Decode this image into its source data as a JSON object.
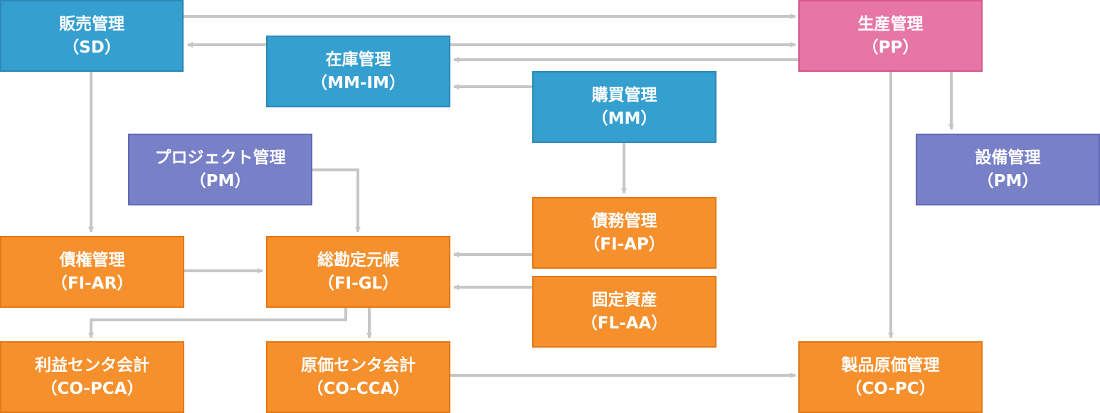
{
  "nodes": {
    "sd": {
      "name": "販売管理",
      "code": "（SD）",
      "color": "#359fcf"
    },
    "pp": {
      "name": "生産管理",
      "code": "（PP）",
      "color": "#e676a5"
    },
    "mmim": {
      "name": "在庫管理",
      "code": "（MM-IM）",
      "color": "#359fcf"
    },
    "mm": {
      "name": "購買管理",
      "code": "（MM）",
      "color": "#359fcf"
    },
    "ps": {
      "name": "プロジェクト管理",
      "code": "（PM）",
      "color": "#7880c7"
    },
    "pmeq": {
      "name": "設備管理",
      "code": "（PM）",
      "color": "#7880c7"
    },
    "fiap": {
      "name": "債務管理",
      "code": "（FI-AP）",
      "color": "#f5902d"
    },
    "fiar": {
      "name": "債権管理",
      "code": "（FI-AR）",
      "color": "#f5902d"
    },
    "figl": {
      "name": "総勘定元帳",
      "code": "（FI-GL）",
      "color": "#f5902d"
    },
    "flaa": {
      "name": "固定資産",
      "code": "（FL-AA）",
      "color": "#f5902d"
    },
    "copca": {
      "name": "利益センタ会計",
      "code": "（CO-PCA）",
      "color": "#f5902d"
    },
    "cocca": {
      "name": "原価センタ会計",
      "code": "（CO-CCA）",
      "color": "#f5902d"
    },
    "copc": {
      "name": "製品原価管理",
      "code": "（CO-PC）",
      "color": "#f5902d"
    }
  },
  "connector_color": "#c6c6c6"
}
